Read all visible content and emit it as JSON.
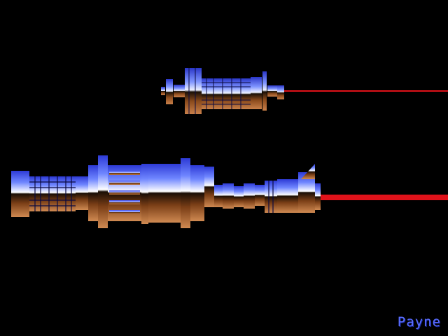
{
  "scene": {
    "background": "#000000",
    "laser_color": "#e0121a",
    "chrome_colors": {
      "sky_top": "#3a4cf0",
      "sky_mid": "#8fa6ff",
      "horizon": "#ffffff",
      "ground_top": "#2a1608",
      "ground_mid": "#8a4a1c",
      "ground_low": "#c9804a"
    }
  },
  "ships": [
    {
      "id": "small-ship",
      "laser": "thin-beam"
    },
    {
      "id": "large-ship",
      "laser": "thick-beam"
    }
  ],
  "signature": {
    "text": "Payne",
    "color": "#5a6dff"
  }
}
